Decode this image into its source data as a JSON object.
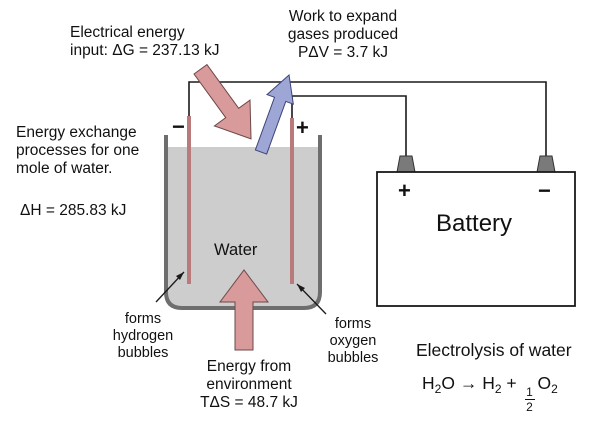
{
  "labels": {
    "electrical_energy": [
      "Electrical energy",
      "input: ΔG = 237.13 kJ"
    ],
    "work_expand": [
      "Work to expand",
      "gases produced",
      "PΔV = 3.7 kJ"
    ],
    "energy_exchange": [
      "Energy exchange",
      "processes for one",
      "mole of water."
    ],
    "delta_h": "ΔH = 285.83 kJ",
    "water": "Water",
    "battery": "Battery",
    "battery_plus": "+",
    "battery_minus": "−",
    "electrode_minus": "−",
    "electrode_plus": "+",
    "hydrogen": [
      "forms",
      "hydrogen",
      "bubbles"
    ],
    "oxygen": [
      "forms",
      "oxygen",
      "bubbles"
    ],
    "environment": [
      "Energy from",
      "environment",
      "TΔS = 48.7 kJ"
    ],
    "electrolysis_title": "Electrolysis of water"
  },
  "equation": {
    "h2o": "H",
    "h2o_sub": "2",
    "h2o_rest": "O",
    "arrow": "→",
    "h2": "H",
    "h2_sub": "2",
    "plus": "+",
    "frac_num": "1",
    "frac_den": "2",
    "o2": "O",
    "o2_sub": "2"
  },
  "colors": {
    "water": "#cdcdcd",
    "container": "#6e6e6e",
    "energy_arrow": "#d89a9a",
    "work_arrow": "#9ea6d6",
    "electrode": "#b87a7a",
    "wire": "#1a1a1a",
    "terminal": "#7a7a7a"
  }
}
